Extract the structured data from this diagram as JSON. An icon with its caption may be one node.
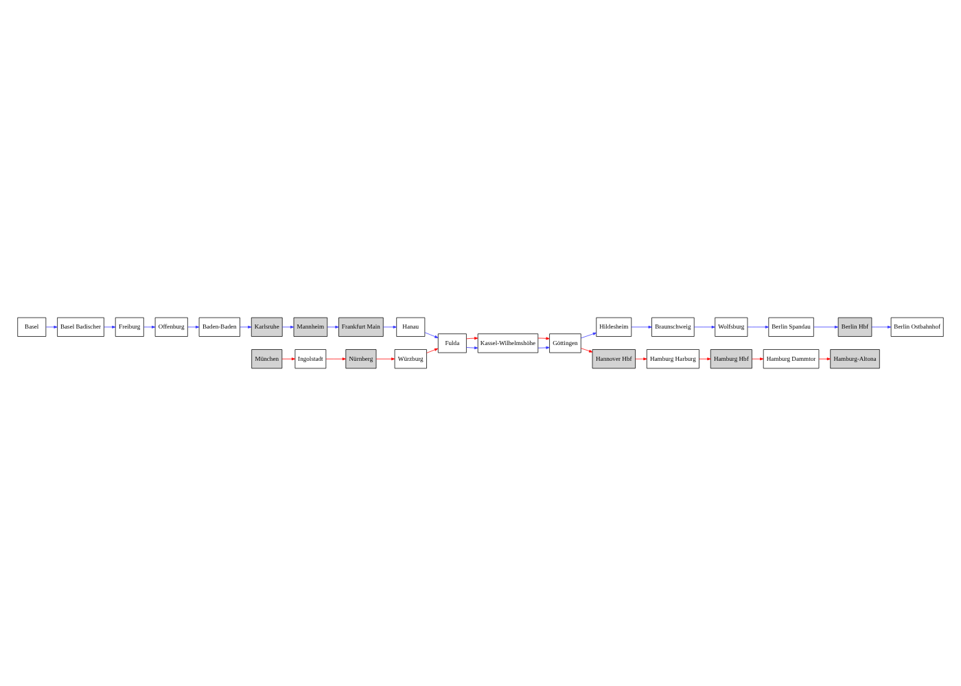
{
  "diagram": {
    "nodes": [
      {
        "text": [
          "Basel"
        ]
      },
      {
        "text": [
          "Basel Badischer"
        ]
      },
      {
        "text": [
          "Freiburg"
        ]
      },
      {
        "text": [
          "Offenburg"
        ]
      },
      {
        "text": [
          "Baden-Baden"
        ]
      },
      {
        "text": [
          "Karlsruhe"
        ]
      },
      {
        "text": [
          "Mannheim"
        ]
      },
      {
        "text": [
          "Frankfurt Main"
        ]
      },
      {
        "text": [
          "Hanau"
        ]
      },
      {
        "text": [
          "Fulda"
        ]
      },
      {
        "text": [
          "Kassel-Wilhelmshöhe"
        ]
      },
      {
        "text": [
          "Göttingen"
        ]
      },
      {
        "text": [
          "Hildesheim"
        ]
      },
      {
        "text": [
          "Braunschweig"
        ]
      },
      {
        "text": [
          "Wolfsburg"
        ]
      },
      {
        "text": [
          "Berlin Spandau"
        ]
      },
      {
        "text": [
          "Berlin Hbf"
        ]
      },
      {
        "text": [
          "Berlin Ostbahnhof"
        ]
      },
      {
        "text": [
          "München"
        ]
      },
      {
        "text": [
          "Ingolstadt"
        ]
      },
      {
        "text": [
          "Nürnberg"
        ]
      },
      {
        "text": [
          "Würzburg"
        ]
      },
      {
        "text": [
          "Hannover Hbf"
        ]
      },
      {
        "text": [
          "Hamburg Harburg"
        ]
      },
      {
        "text": [
          "Hamburg Hbf"
        ]
      },
      {
        "text": [
          "Hamburg Dammtor"
        ]
      },
      {
        "text": [
          "Hamburg-Altona"
        ]
      }
    ],
    "edges": [
      {
        "from": 0,
        "to": 1,
        "arrow": "to"
      },
      {
        "from": 1,
        "to": 2,
        "arrow": "to"
      },
      {
        "from": 2,
        "to": 3,
        "arrow": "to"
      },
      {
        "from": 3,
        "to": 4,
        "arrow": "to"
      },
      {
        "from": 4,
        "to": 5,
        "arrow": "to"
      },
      {
        "from": 5,
        "to": 6,
        "arrow": "to"
      },
      {
        "from": 6,
        "to": 7,
        "arrow": "to"
      },
      {
        "from": 7,
        "to": 8,
        "arrow": "to"
      },
      {
        "from": 8,
        "to": 9,
        "arrow": "to"
      },
      {
        "from": 9,
        "to": 10,
        "arrow": "to"
      },
      {
        "from": 10,
        "to": 11,
        "arrow": "to"
      },
      {
        "from": 11,
        "to": 12,
        "arrow": "to"
      },
      {
        "from": 12,
        "to": 13,
        "arrow": "to"
      },
      {
        "from": 13,
        "to": 14,
        "arrow": "to"
      },
      {
        "from": 14,
        "to": 15,
        "arrow": "to"
      },
      {
        "from": 15,
        "to": 16,
        "arrow": "to"
      },
      {
        "from": 16,
        "to": 17,
        "arrow": "to"
      },
      {
        "from": 18,
        "to": 19,
        "arrow": "to",
        "color": "#ff0000"
      },
      {
        "from": 19,
        "to": 20,
        "arrow": "to",
        "color": "#ff0000"
      },
      {
        "from": 20,
        "to": 21,
        "arrow": "to",
        "color": "#ff0000"
      },
      {
        "from": 21,
        "to": 9,
        "arrow": "to",
        "color": "#ff0000"
      },
      {
        "from": 9,
        "to": 10,
        "arrow": "to",
        "color": "#ff0000"
      },
      {
        "from": 10,
        "to": 11,
        "arrow": "to",
        "color": "#ff0000"
      },
      {
        "from": 11,
        "to": 22,
        "arrow": "to",
        "color": "#ff0000"
      },
      {
        "from": 22,
        "to": 23,
        "arrow": "to",
        "color": "#ff0000"
      },
      {
        "from": 23,
        "to": 24,
        "arrow": "to",
        "color": "#ff0000"
      },
      {
        "from": 24,
        "to": 25,
        "arrow": "to",
        "color": "#ff0000"
      },
      {
        "from": 25,
        "to": 26,
        "arrow": "to",
        "color": "#ff0000"
      }
    ]
  }
}
